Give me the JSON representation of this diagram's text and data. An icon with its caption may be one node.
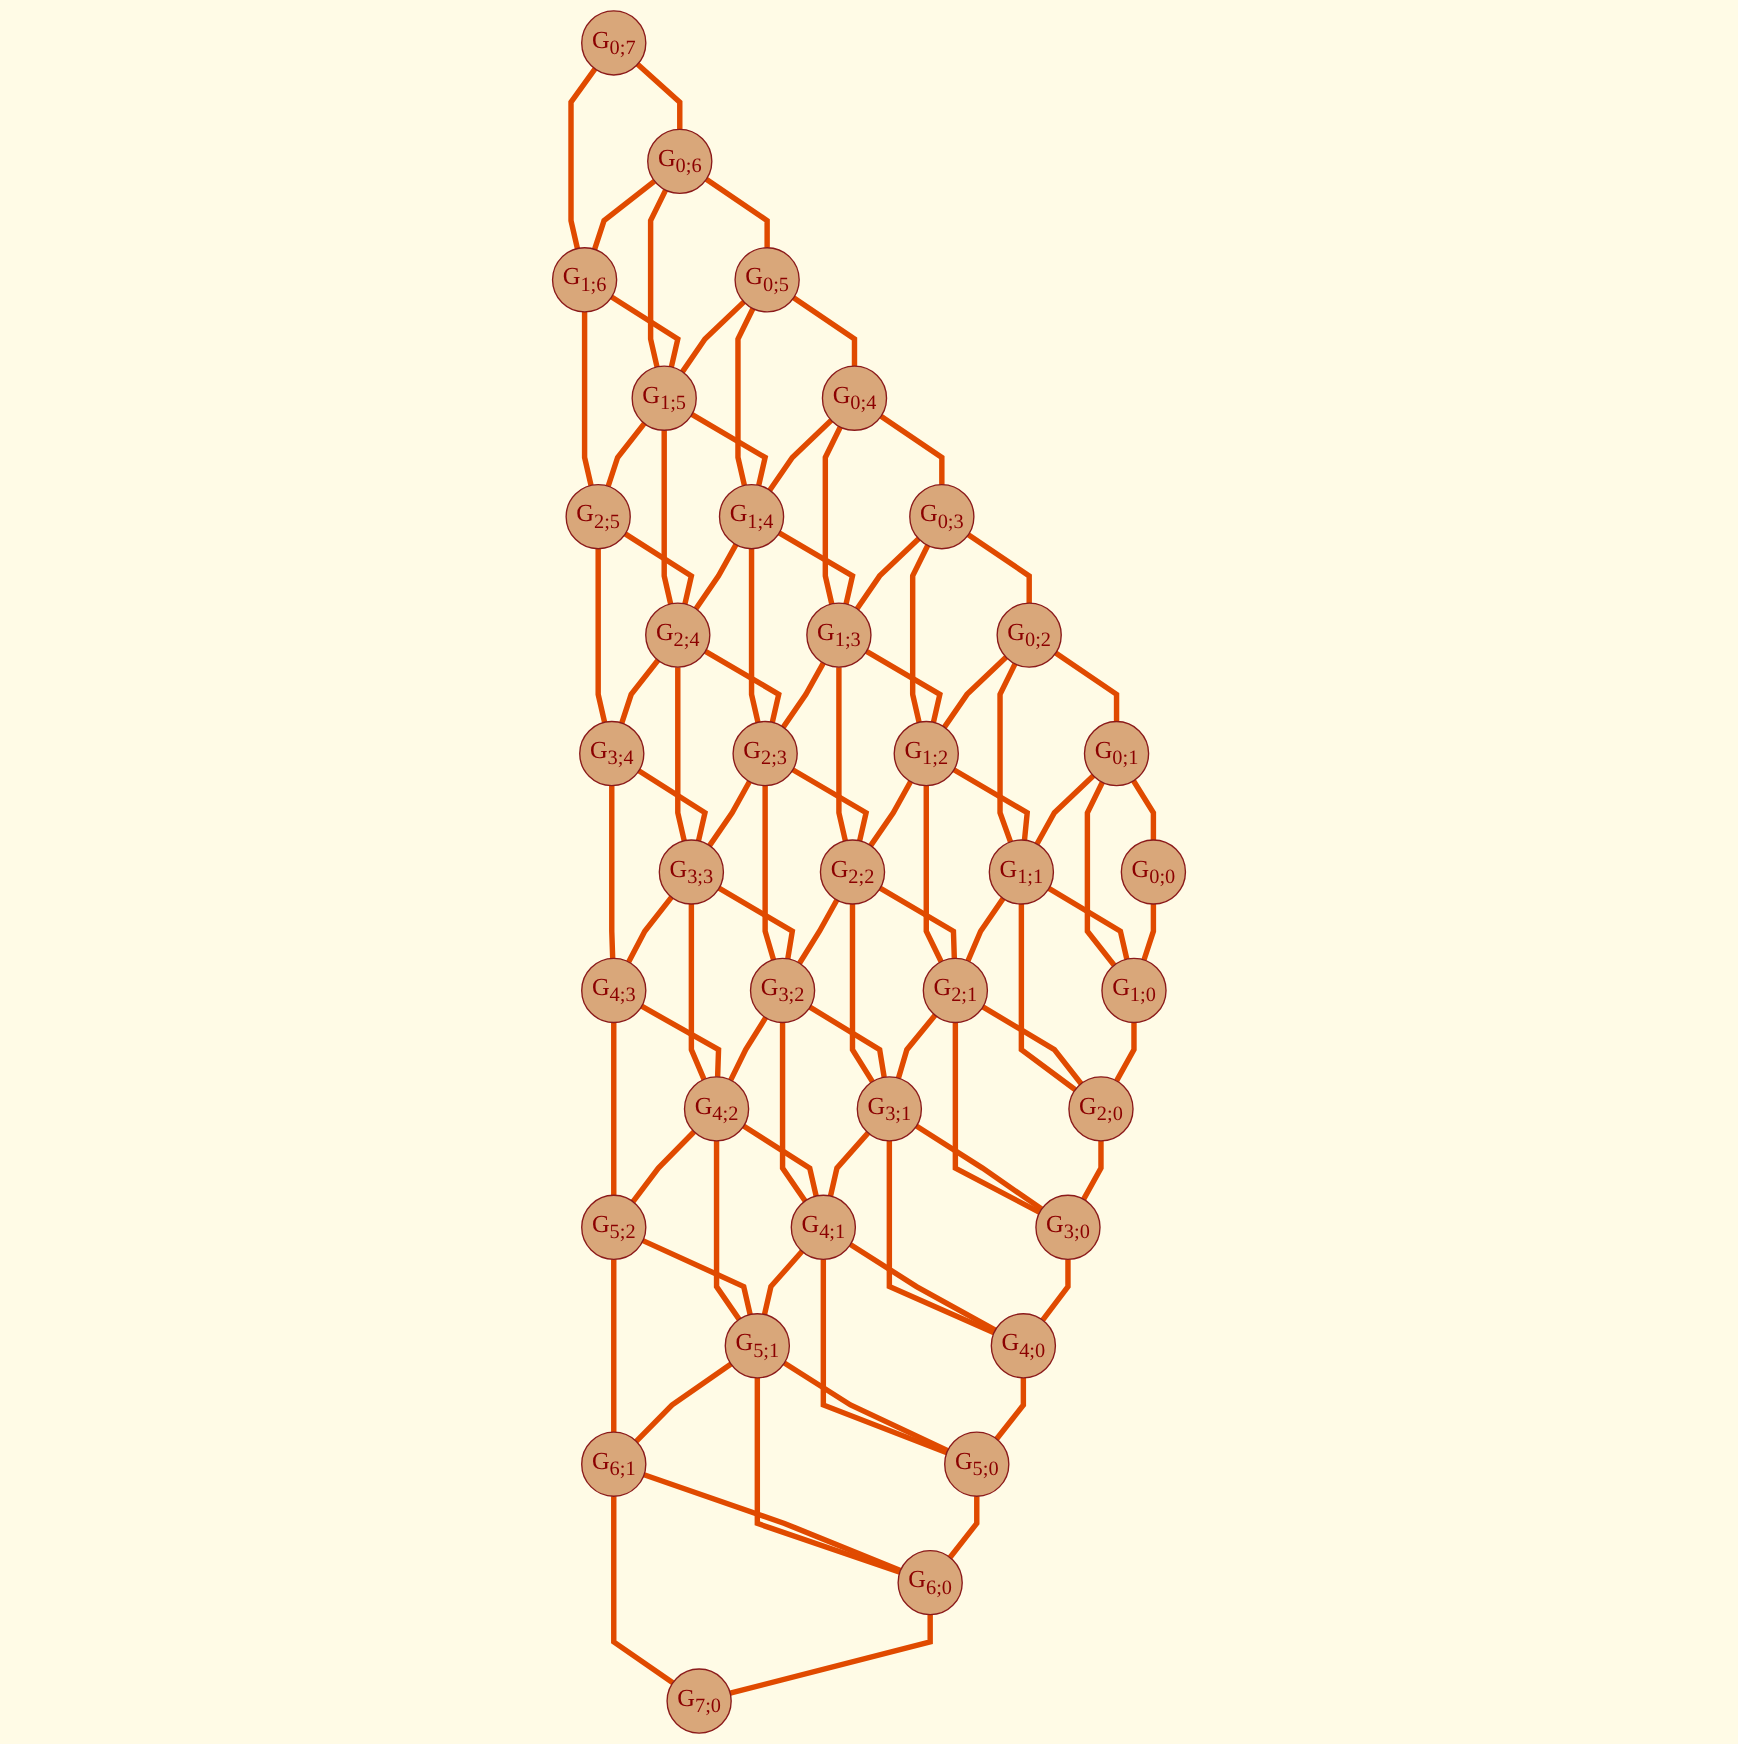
{
  "diagram": {
    "nodes": [
      {
        "text": [
          "G$_{0;7}$"
        ]
      },
      {
        "text": [
          "G$_{0;6}$"
        ]
      },
      {
        "text": [
          "G$_{1;6}$"
        ]
      },
      {
        "text": [
          "G$_{0;5}$"
        ]
      },
      {
        "text": [
          "G$_{1;5}$"
        ]
      },
      {
        "text": [
          "G$_{2;5}$"
        ]
      },
      {
        "text": [
          "G$_{0;4}$"
        ]
      },
      {
        "text": [
          "G$_{1;4}$"
        ]
      },
      {
        "text": [
          "G$_{2;4}$"
        ]
      },
      {
        "text": [
          "G$_{3;4}$"
        ]
      },
      {
        "text": [
          "G$_{0;3}$"
        ]
      },
      {
        "text": [
          "G$_{1;3}$"
        ]
      },
      {
        "text": [
          "G$_{2;3}$"
        ]
      },
      {
        "text": [
          "G$_{3;3}$"
        ]
      },
      {
        "text": [
          "G$_{4;3}$"
        ]
      },
      {
        "text": [
          "G$_{0;2}$"
        ]
      },
      {
        "text": [
          "G$_{1;2}$"
        ]
      },
      {
        "text": [
          "G$_{2;2}$"
        ]
      },
      {
        "text": [
          "G$_{3;2}$"
        ]
      },
      {
        "text": [
          "G$_{4;2}$"
        ]
      },
      {
        "text": [
          "G$_{5;2}$"
        ]
      },
      {
        "text": [
          "G$_{0;1}$"
        ]
      },
      {
        "text": [
          "G$_{1;1}$"
        ]
      },
      {
        "text": [
          "G$_{2;1}$"
        ]
      },
      {
        "text": [
          "G$_{3;1}$"
        ]
      },
      {
        "text": [
          "G$_{4;1}$"
        ]
      },
      {
        "text": [
          "G$_{5;1}$"
        ]
      },
      {
        "text": [
          "G$_{6;1}$"
        ]
      },
      {
        "text": [
          "G$_{0;0}$"
        ]
      },
      {
        "text": [
          "G$_{1;0}$"
        ]
      },
      {
        "text": [
          "G$_{2;0}$"
        ]
      },
      {
        "text": [
          "G$_{3;0}$"
        ]
      },
      {
        "text": [
          "G$_{4;0}$"
        ]
      },
      {
        "text": [
          "G$_{5;0}$"
        ]
      },
      {
        "text": [
          "G$_{6;0}$"
        ]
      },
      {
        "text": [
          "G$_{7;0}$"
        ]
      }
    ],
    "edges": [
      {
        "from": 0,
        "to": 1,
        "arrow": "none"
      },
      {
        "from": 0,
        "to": 2,
        "arrow": "none"
      },
      {
        "from": 1,
        "to": 2,
        "arrow": "none"
      },
      {
        "from": 1,
        "to": 3,
        "arrow": "none"
      },
      {
        "from": 1,
        "to": 4,
        "arrow": "none"
      },
      {
        "from": 2,
        "to": 4,
        "arrow": "none"
      },
      {
        "from": 2,
        "to": 5,
        "arrow": "none"
      },
      {
        "from": 3,
        "to": 4,
        "arrow": "none"
      },
      {
        "from": 4,
        "to": 5,
        "arrow": "none"
      },
      {
        "from": 3,
        "to": 6,
        "arrow": "none"
      },
      {
        "from": 3,
        "to": 7,
        "arrow": "none"
      },
      {
        "from": 4,
        "to": 7,
        "arrow": "none"
      },
      {
        "from": 4,
        "to": 8,
        "arrow": "none"
      },
      {
        "from": 5,
        "to": 8,
        "arrow": "none"
      },
      {
        "from": 5,
        "to": 9,
        "arrow": "none"
      },
      {
        "from": 6,
        "to": 7,
        "arrow": "none"
      },
      {
        "from": 7,
        "to": 8,
        "arrow": "none"
      },
      {
        "from": 8,
        "to": 9,
        "arrow": "none"
      },
      {
        "from": 6,
        "to": 10,
        "arrow": "none"
      },
      {
        "from": 6,
        "to": 11,
        "arrow": "none"
      },
      {
        "from": 7,
        "to": 11,
        "arrow": "none"
      },
      {
        "from": 7,
        "to": 12,
        "arrow": "none"
      },
      {
        "from": 8,
        "to": 12,
        "arrow": "none"
      },
      {
        "from": 8,
        "to": 13,
        "arrow": "none"
      },
      {
        "from": 9,
        "to": 13,
        "arrow": "none"
      },
      {
        "from": 9,
        "to": 14,
        "arrow": "none"
      },
      {
        "from": 10,
        "to": 11,
        "arrow": "none"
      },
      {
        "from": 11,
        "to": 12,
        "arrow": "none"
      },
      {
        "from": 12,
        "to": 13,
        "arrow": "none"
      },
      {
        "from": 13,
        "to": 14,
        "arrow": "none"
      },
      {
        "from": 10,
        "to": 15,
        "arrow": "none"
      },
      {
        "from": 10,
        "to": 16,
        "arrow": "none"
      },
      {
        "from": 11,
        "to": 16,
        "arrow": "none"
      },
      {
        "from": 11,
        "to": 17,
        "arrow": "none"
      },
      {
        "from": 12,
        "to": 17,
        "arrow": "none"
      },
      {
        "from": 12,
        "to": 18,
        "arrow": "none"
      },
      {
        "from": 13,
        "to": 18,
        "arrow": "none"
      },
      {
        "from": 13,
        "to": 19,
        "arrow": "none"
      },
      {
        "from": 14,
        "to": 19,
        "arrow": "none"
      },
      {
        "from": 14,
        "to": 20,
        "arrow": "none"
      },
      {
        "from": 15,
        "to": 16,
        "arrow": "none"
      },
      {
        "from": 16,
        "to": 17,
        "arrow": "none"
      },
      {
        "from": 17,
        "to": 18,
        "arrow": "none"
      },
      {
        "from": 18,
        "to": 19,
        "arrow": "none"
      },
      {
        "from": 19,
        "to": 20,
        "arrow": "none"
      },
      {
        "from": 15,
        "to": 21,
        "arrow": "none"
      },
      {
        "from": 15,
        "to": 22,
        "arrow": "none"
      },
      {
        "from": 16,
        "to": 22,
        "arrow": "none"
      },
      {
        "from": 16,
        "to": 23,
        "arrow": "none"
      },
      {
        "from": 17,
        "to": 23,
        "arrow": "none"
      },
      {
        "from": 17,
        "to": 24,
        "arrow": "none"
      },
      {
        "from": 18,
        "to": 24,
        "arrow": "none"
      },
      {
        "from": 18,
        "to": 25,
        "arrow": "none"
      },
      {
        "from": 19,
        "to": 25,
        "arrow": "none"
      },
      {
        "from": 19,
        "to": 26,
        "arrow": "none"
      },
      {
        "from": 20,
        "to": 26,
        "arrow": "none"
      },
      {
        "from": 20,
        "to": 27,
        "arrow": "none"
      },
      {
        "from": 21,
        "to": 22,
        "arrow": "none"
      },
      {
        "from": 22,
        "to": 23,
        "arrow": "none"
      },
      {
        "from": 23,
        "to": 24,
        "arrow": "none"
      },
      {
        "from": 24,
        "to": 25,
        "arrow": "none"
      },
      {
        "from": 25,
        "to": 26,
        "arrow": "none"
      },
      {
        "from": 26,
        "to": 27,
        "arrow": "none"
      },
      {
        "from": 21,
        "to": 28,
        "arrow": "none"
      },
      {
        "from": 21,
        "to": 29,
        "arrow": "none"
      },
      {
        "from": 22,
        "to": 29,
        "arrow": "none"
      },
      {
        "from": 22,
        "to": 30,
        "arrow": "none"
      },
      {
        "from": 23,
        "to": 30,
        "arrow": "none"
      },
      {
        "from": 23,
        "to": 31,
        "arrow": "none"
      },
      {
        "from": 24,
        "to": 31,
        "arrow": "none"
      },
      {
        "from": 24,
        "to": 32,
        "arrow": "none"
      },
      {
        "from": 25,
        "to": 32,
        "arrow": "none"
      },
      {
        "from": 25,
        "to": 33,
        "arrow": "none"
      },
      {
        "from": 26,
        "to": 33,
        "arrow": "none"
      },
      {
        "from": 26,
        "to": 34,
        "arrow": "none"
      },
      {
        "from": 27,
        "to": 34,
        "arrow": "none"
      },
      {
        "from": 27,
        "to": 35,
        "arrow": "none"
      },
      {
        "from": 28,
        "to": 29,
        "arrow": "none"
      },
      {
        "from": 29,
        "to": 30,
        "arrow": "none"
      },
      {
        "from": 30,
        "to": 31,
        "arrow": "none"
      },
      {
        "from": 31,
        "to": 32,
        "arrow": "none"
      },
      {
        "from": 32,
        "to": 33,
        "arrow": "none"
      },
      {
        "from": 33,
        "to": 34,
        "arrow": "none"
      },
      {
        "from": 34,
        "to": 35,
        "arrow": "none"
      }
    ]
  }
}
